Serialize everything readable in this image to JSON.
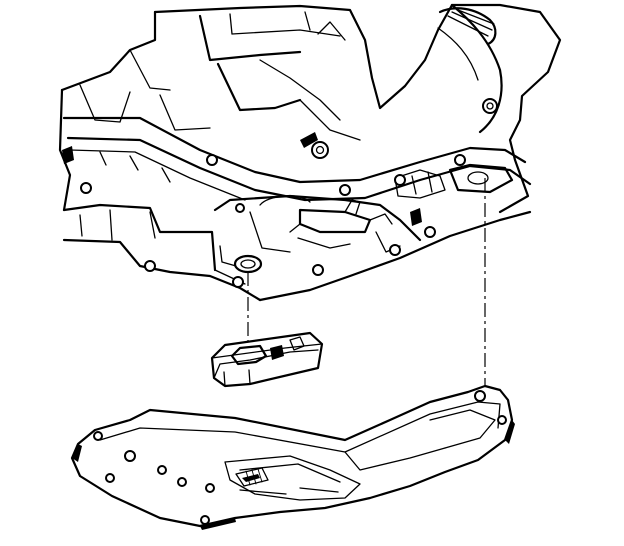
{
  "figure": {
    "line_color": "#000000",
    "background_color": "#ffffff",
    "parts": [
      {
        "id": "transmission-case",
        "icon": "transmission-case-icon"
      },
      {
        "id": "filter-seal",
        "icon": "seal-ring-icon"
      },
      {
        "id": "fluid-filter",
        "icon": "filter-icon"
      },
      {
        "id": "oil-pan",
        "icon": "oil-pan-icon"
      },
      {
        "id": "drain-plug",
        "icon": "plug-icon"
      }
    ]
  }
}
